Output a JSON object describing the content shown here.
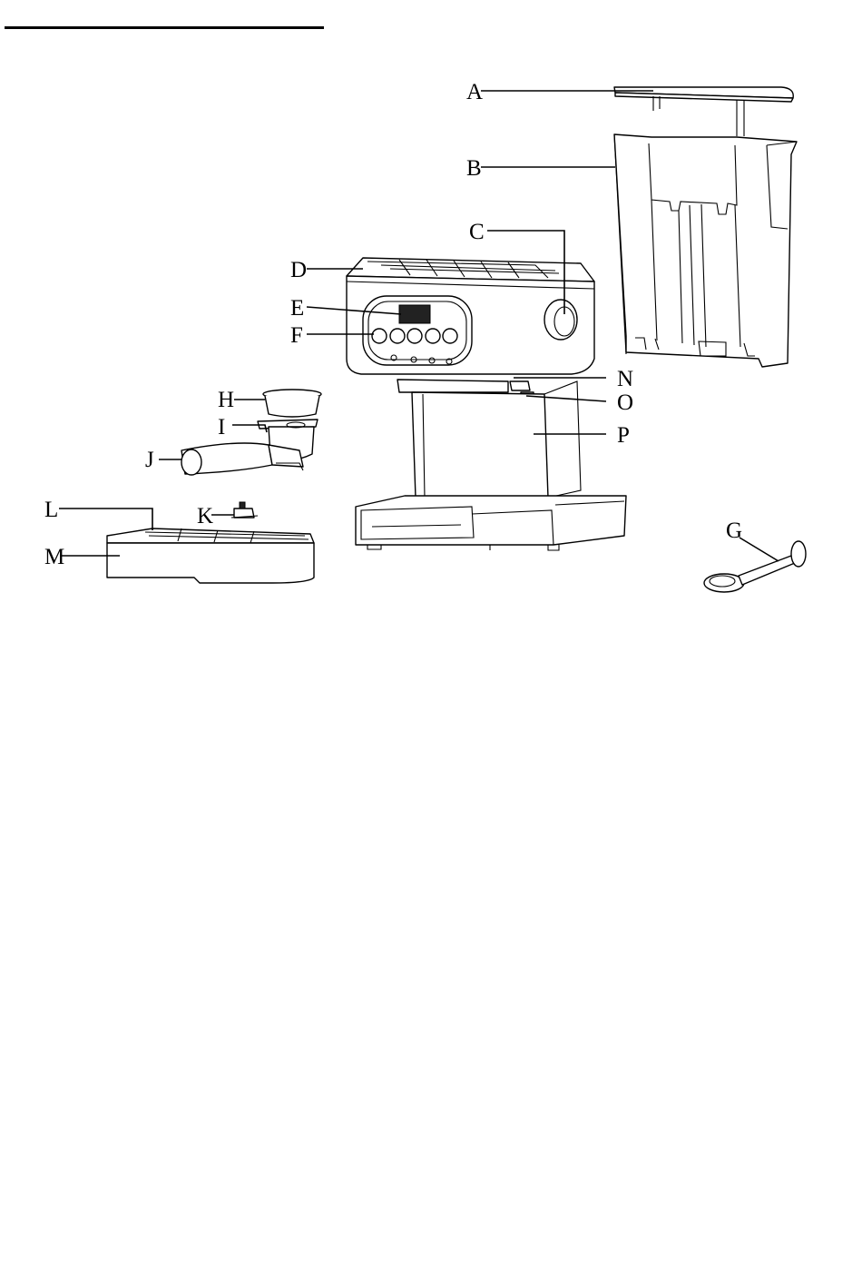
{
  "diagram": {
    "labels": [
      "A",
      "B",
      "C",
      "D",
      "E",
      "F",
      "H",
      "I",
      "J",
      "L",
      "K",
      "M",
      "N",
      "O",
      "P",
      "G"
    ]
  }
}
